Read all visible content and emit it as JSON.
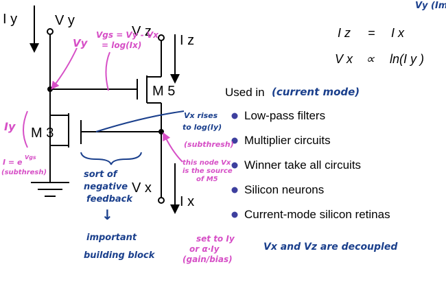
{
  "colors": {
    "ink_pink": "#d64fc6",
    "ink_blue": "#1a3f8c",
    "bullet": "#3d3f9e",
    "wire": "#000000"
  },
  "circuit": {
    "label_iy": "I y",
    "label_vy": "V y",
    "label_vz": "V z",
    "label_iz": "I z",
    "label_m5": "M 5",
    "label_m3": "M 3",
    "label_vx": "V x",
    "label_ix": "I x"
  },
  "equations": {
    "eq1_lhs": "I z",
    "eq1_op": "=",
    "eq1_rhs": "I x",
    "eq2_lhs": "V x",
    "eq2_op": "∝",
    "eq2_rhs": "ln(I y )"
  },
  "used_in": {
    "heading": "Used in",
    "heading_note": "(current mode)",
    "items": [
      "Low-pass filters",
      "Multiplier circuits",
      "Winner take all circuits",
      "Silicon neurons",
      "Current-mode silicon retinas"
    ]
  },
  "annotations": {
    "top_right_clip": "Vy (Imp",
    "vy_note": "Vy",
    "vgs_line1": "Vgs = Vy - Vx",
    "vgs_line2": "= log(Ix)",
    "iy_note": "Iy",
    "iy_exp_line1": "I = e",
    "iy_exp_sup": "Vgs",
    "iy_exp_line2": "(subthresh)",
    "vx_rises_line1": "Vx rises",
    "vx_rises_line2": "to log(Iy)",
    "vx_rises_line3": "(subthresh)",
    "node_line1": "this node Vx",
    "node_line2": "is the source",
    "node_line3": "of M5",
    "feedback_line1": "sort of",
    "feedback_line2": "negative",
    "feedback_line3": "feedback",
    "feedback_arrow": "↓",
    "important_line1": "important",
    "important_line2": "building block",
    "set_line1": "set to Iy",
    "set_line2": "or α·Iy",
    "set_line3": "(gain/bias)",
    "decoupled": "Vx and Vz are decoupled"
  }
}
